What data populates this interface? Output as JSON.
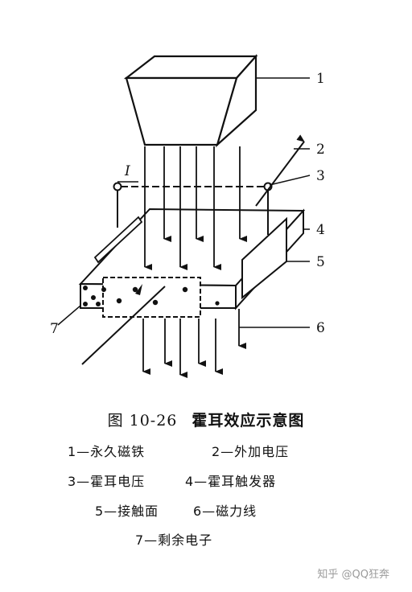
{
  "figure": {
    "callouts": [
      "1",
      "2",
      "3",
      "4",
      "5",
      "6",
      "7"
    ],
    "current_label": "I",
    "caption_number": "图 10-26",
    "caption_title": "霍耳效应示意图",
    "legend": {
      "l1": "1—永久磁铁",
      "l2": "2—外加电压",
      "l3": "3—霍耳电压",
      "l4": "4—霍耳触发器",
      "l5": "5—接触面",
      "l6": "6—磁力线",
      "l7": "7—剩余电子"
    }
  },
  "watermark": "知乎 @QQ狂奔"
}
